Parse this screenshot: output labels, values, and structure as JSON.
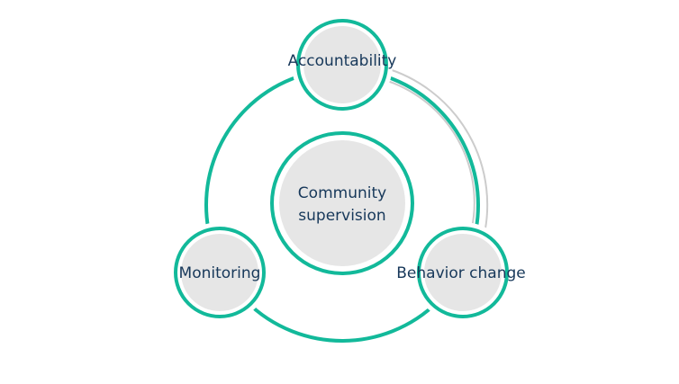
{
  "colors": {
    "ring": "#12b99a",
    "fill": "#e6e6e6",
    "arc": "#cccccc",
    "text": "#17385a"
  },
  "center": {
    "lines": [
      "Community",
      "supervision"
    ]
  },
  "nodes": [
    {
      "id": "accountability",
      "label": "Accountability"
    },
    {
      "id": "monitoring",
      "label": "Monitoring"
    },
    {
      "id": "behavior-change",
      "label": "Behavior change"
    }
  ]
}
